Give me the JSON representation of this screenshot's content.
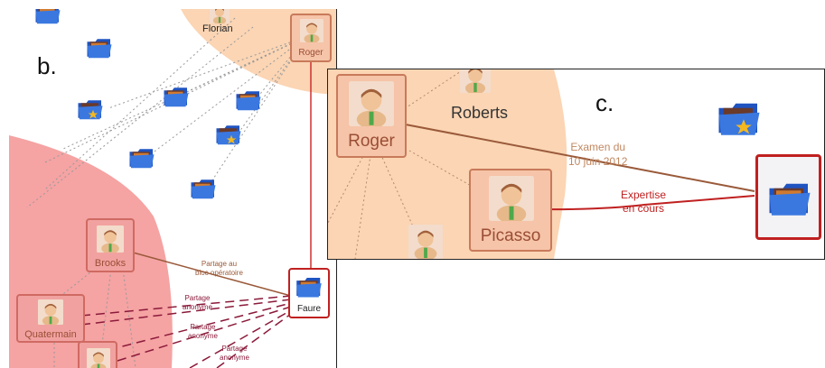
{
  "panel_b": {
    "label": "b.",
    "nodes": {
      "florian": "Florian",
      "roger": "Roger",
      "brooks": "Brooks",
      "quatermain": "Quatermain",
      "faure": "Faure"
    },
    "edges": {
      "brooks_faure": [
        "Partage au",
        "bloc opératoire"
      ],
      "share_1": [
        "Partage",
        "anonyme"
      ],
      "share_2": [
        "Partage",
        "anonyme"
      ],
      "share_3": [
        "Partage",
        "anonyme"
      ]
    }
  },
  "panel_c": {
    "label": "c.",
    "nodes": {
      "roger": "Roger",
      "roberts": "Roberts",
      "picasso": "Picasso"
    },
    "edges": {
      "roger_exam": [
        "Examen du",
        "10 juin 2012"
      ],
      "picasso_expertise": [
        "Expertise",
        "en cours"
      ]
    }
  },
  "colors": {
    "peach_region": "#fbd5b4",
    "pink_region": "#f5a3a3",
    "node_border": "#c87a5a",
    "highlight_red": "#c02020",
    "brown_edge": "#9a5a3a",
    "dashed_edge": "#8b1a3a"
  },
  "icons": [
    "person-icon",
    "folder-icon",
    "folder-star-icon",
    "folder-photo-icon"
  ]
}
